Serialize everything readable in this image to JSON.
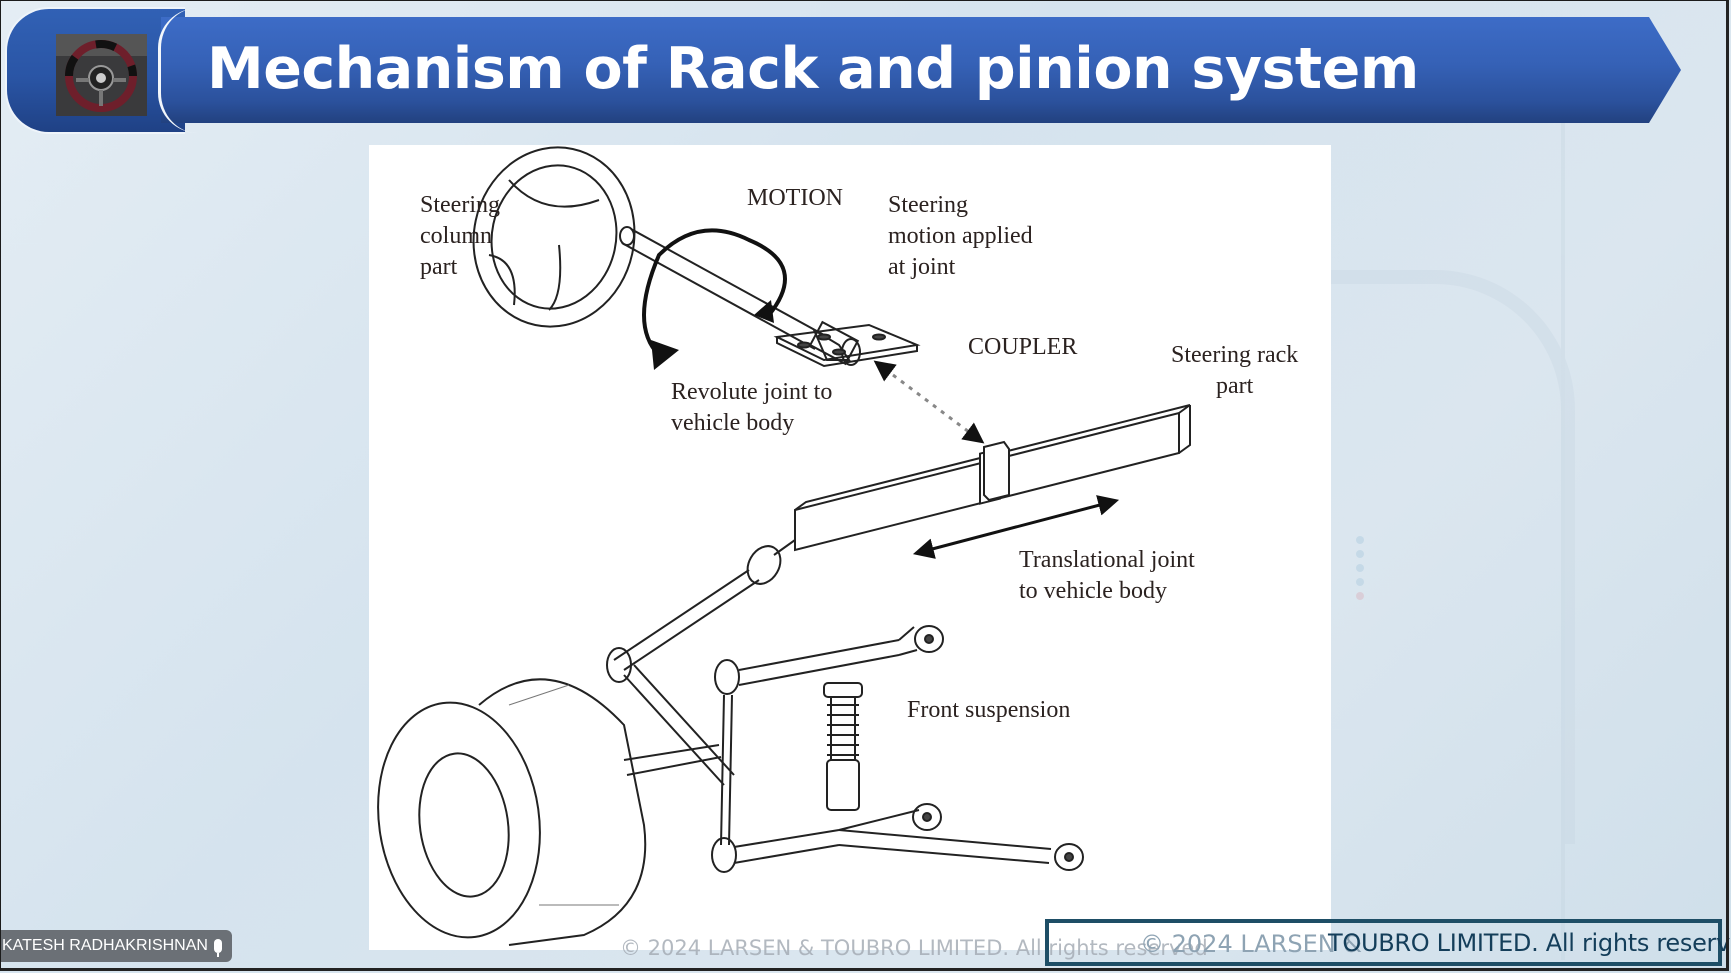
{
  "slide": {
    "title": "Mechanism of Rack and pinion system",
    "thumbnail_alt": "steering-wheel-photo",
    "colors": {
      "header_blue": "#3561b6",
      "header_dark": "#22417f",
      "footer_border": "#1e4e66",
      "footer_text": "#143e5a"
    }
  },
  "diagram": {
    "labels": {
      "steering_column": "Steering\ncolumn\npart",
      "motion": "MOTION",
      "steering_motion": "Steering\nmotion applied\nat joint",
      "coupler": "COUPLER",
      "steering_rack": "Steering rack\npart",
      "revolute_joint": "Revolute joint to\nvehicle body",
      "translational_joint": "Translational joint\nto vehicle body",
      "front_suspension": "Front suspension"
    }
  },
  "footer": {
    "ghost_copyright": "© 2024 LARSEN & TOUBRO LIMITED. All rights reserved",
    "copyright": "TOUBRO LIMITED. All rights reserved",
    "copyright_obscured": "© 2024 LARSEN &"
  },
  "meeting": {
    "speaker_name": "KATESH RADHAKRISHNAN",
    "speaker_icon": "microphone-icon"
  }
}
